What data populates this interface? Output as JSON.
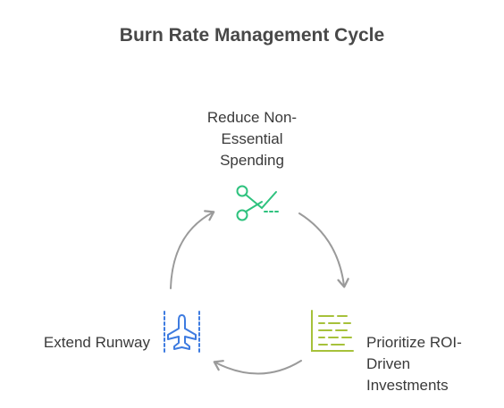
{
  "diagram": {
    "title": "Burn Rate Management Cycle",
    "nodes": [
      {
        "id": "reduce",
        "lines": [
          "Reduce Non-",
          "Essential",
          "Spending"
        ],
        "icon": "scissors-icon",
        "color": "#2ec27e"
      },
      {
        "id": "prioritize",
        "lines": [
          "Prioritize ROI-",
          "Driven",
          "Investments"
        ],
        "icon": "bar-list-icon",
        "color": "#a6c13a"
      },
      {
        "id": "extend",
        "lines": [
          "Extend Runway"
        ],
        "icon": "airplane-icon",
        "color": "#3d7be0"
      }
    ],
    "arrow_color": "#9a9a9a"
  }
}
